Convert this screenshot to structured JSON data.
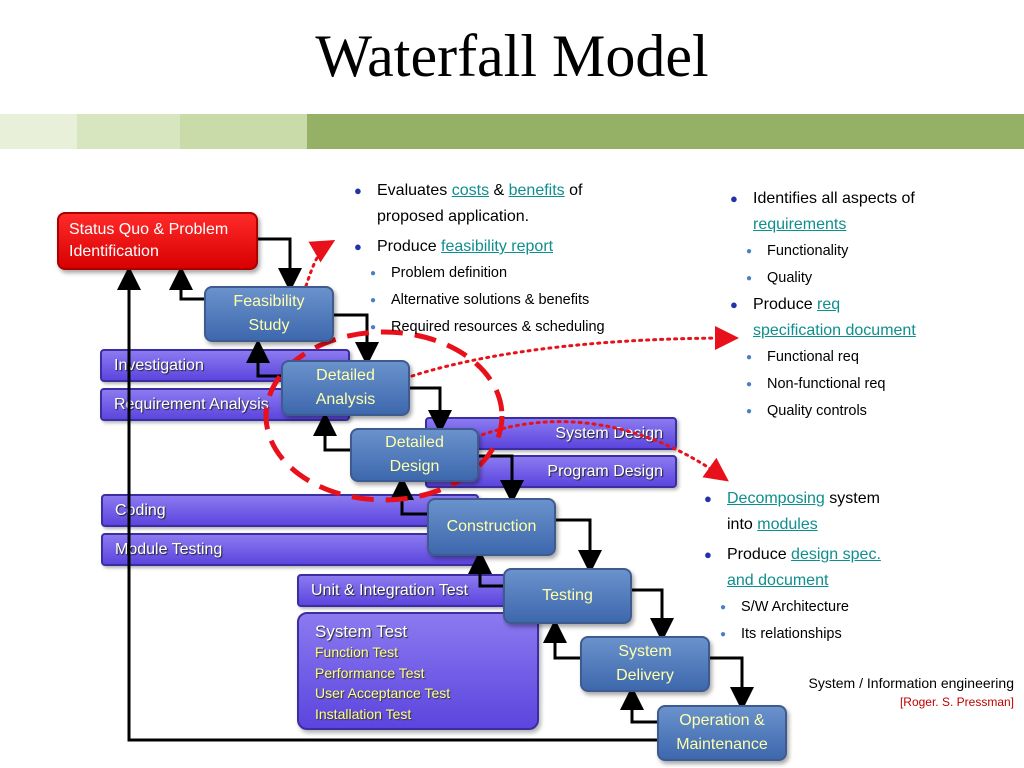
{
  "title": "Waterfall Model",
  "colors": {
    "band": [
      "#e9f0da",
      "#d7e6bf",
      "#c8dba9",
      "#94b166"
    ],
    "box_blue": "#4f7fc0",
    "box_red": "#ff0000",
    "bar_purple": "#6c58e2",
    "link": "#0e8e8e",
    "ellipse": "#e8101a"
  },
  "boxes": {
    "status_quo": "Status Quo & Problem Identification",
    "feasibility_1": "Feasibility",
    "feasibility_2": "Study",
    "detailed_analysis_1": "Detailed",
    "detailed_analysis_2": "Analysis",
    "detailed_design_1": "Detailed",
    "detailed_design_2": "Design",
    "construction": "Construction",
    "testing": "Testing",
    "system_delivery_1": "System",
    "system_delivery_2": "Delivery",
    "operation_1": "Operation &",
    "operation_2": "Maintenance"
  },
  "bars": {
    "investigation": "Investigation",
    "requirement_analysis": "Requirement Analysis",
    "system_design": "System Design",
    "program_design": "Program Design",
    "coding": "Coding",
    "module_testing": "Module Testing",
    "unit_integration": "Unit & Integration Test"
  },
  "system_test": {
    "heading": "System Test",
    "items": [
      "Function Test",
      "Performance Test",
      "User Acceptance Test",
      "Installation Test"
    ]
  },
  "feasibility_notes": {
    "b1_pre": "Evaluates ",
    "b1_link1": "costs",
    "b1_mid": " & ",
    "b1_link2": "benefits",
    "b1_post": " of",
    "b1_line2": "proposed application.",
    "b2_pre": "Produce ",
    "b2_link": "feasibility report",
    "subs": [
      "Problem definition",
      "Alternative solutions & benefits",
      "Required resources & scheduling"
    ]
  },
  "analysis_notes": {
    "b1_line1": "Identifies all aspects of",
    "b1_link": "requirements",
    "subs1": [
      "Functionality",
      "Quality"
    ],
    "b2_pre": "Produce ",
    "b2_link1": "req",
    "b2_link2": "specification document",
    "subs2": [
      "Functional req",
      "Non-functional req",
      "Quality controls"
    ]
  },
  "design_notes": {
    "b1_link": "Decomposing",
    "b1_post": " system",
    "b1_pre2": "into ",
    "b1_link2": "modules",
    "b2_pre": "Produce ",
    "b2_link1": "design spec.",
    "b2_link2": "and document",
    "subs": [
      "S/W Architecture",
      "Its relationships"
    ]
  },
  "citation": {
    "line1": "System / Information engineering",
    "line2": "[Roger. S. Pressman]"
  }
}
